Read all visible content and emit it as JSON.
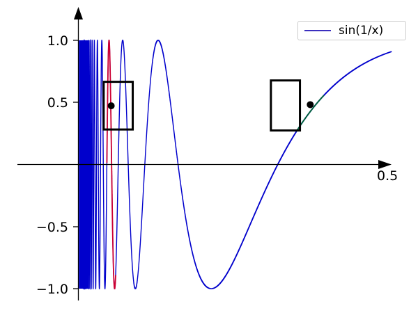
{
  "chart_data": {
    "type": "line",
    "title": "",
    "xlabel": "",
    "ylabel": "",
    "xlim": [
      0.0,
      0.5
    ],
    "ylim": [
      -1.0,
      1.0
    ],
    "grid": false,
    "legend_position": "upper right",
    "series": [
      {
        "name": "sin(1/x)",
        "color": "#0000cc",
        "function": "sin(1/x)",
        "x_start": 0.0,
        "x_end": 0.5,
        "description": "Highly oscillatory curve, infinitely many oscillations as x approaches 0"
      },
      {
        "name": "highlight-red-segment",
        "color": "#cc0033",
        "x_start": 0.0455,
        "x_end": 0.0595,
        "description": "Red highlighted oscillation near x = 0.05"
      },
      {
        "name": "highlight-green-segment",
        "color": "#006633",
        "x_start": 0.348,
        "x_end": 0.392,
        "description": "Dark green highlighted segment near x = 0.37"
      }
    ],
    "markers": [
      {
        "name": "point-1",
        "x": 0.0524,
        "y": 0.473,
        "color": "#000000"
      },
      {
        "name": "point-2",
        "x": 0.3702,
        "y": 0.482,
        "color": "#000000"
      }
    ],
    "rectangles": [
      {
        "name": "zoom-box-1",
        "x0": 0.0404,
        "x1": 0.0868,
        "y0": 0.282,
        "y1": 0.666
      },
      {
        "name": "zoom-box-2",
        "x0": 0.3074,
        "x1": 0.3538,
        "y0": 0.274,
        "y1": 0.677
      }
    ],
    "ticks": {
      "y": [
        {
          "value": 1.0,
          "label": "1.0"
        },
        {
          "value": 0.5,
          "label": "0.5"
        },
        {
          "value": -0.5,
          "label": "−0.5"
        },
        {
          "value": -1.0,
          "label": "−1.0"
        }
      ],
      "x": [
        {
          "value": 0.5,
          "label": "0.5"
        }
      ]
    },
    "axis_style": {
      "spine_color": "#000000",
      "arrow_heads": true,
      "y_axis_at_x": 0.0,
      "x_axis_at_y": 0.0
    }
  },
  "legend": {
    "entries": [
      {
        "label": "sin(1/x)",
        "color": "#3b2fbf"
      }
    ]
  },
  "tick_labels": {
    "y_1_0": "1.0",
    "y_0_5": "0.5",
    "y_neg_0_5": "−0.5",
    "y_neg_1_0": "−1.0",
    "x_0_5": "0.5"
  }
}
